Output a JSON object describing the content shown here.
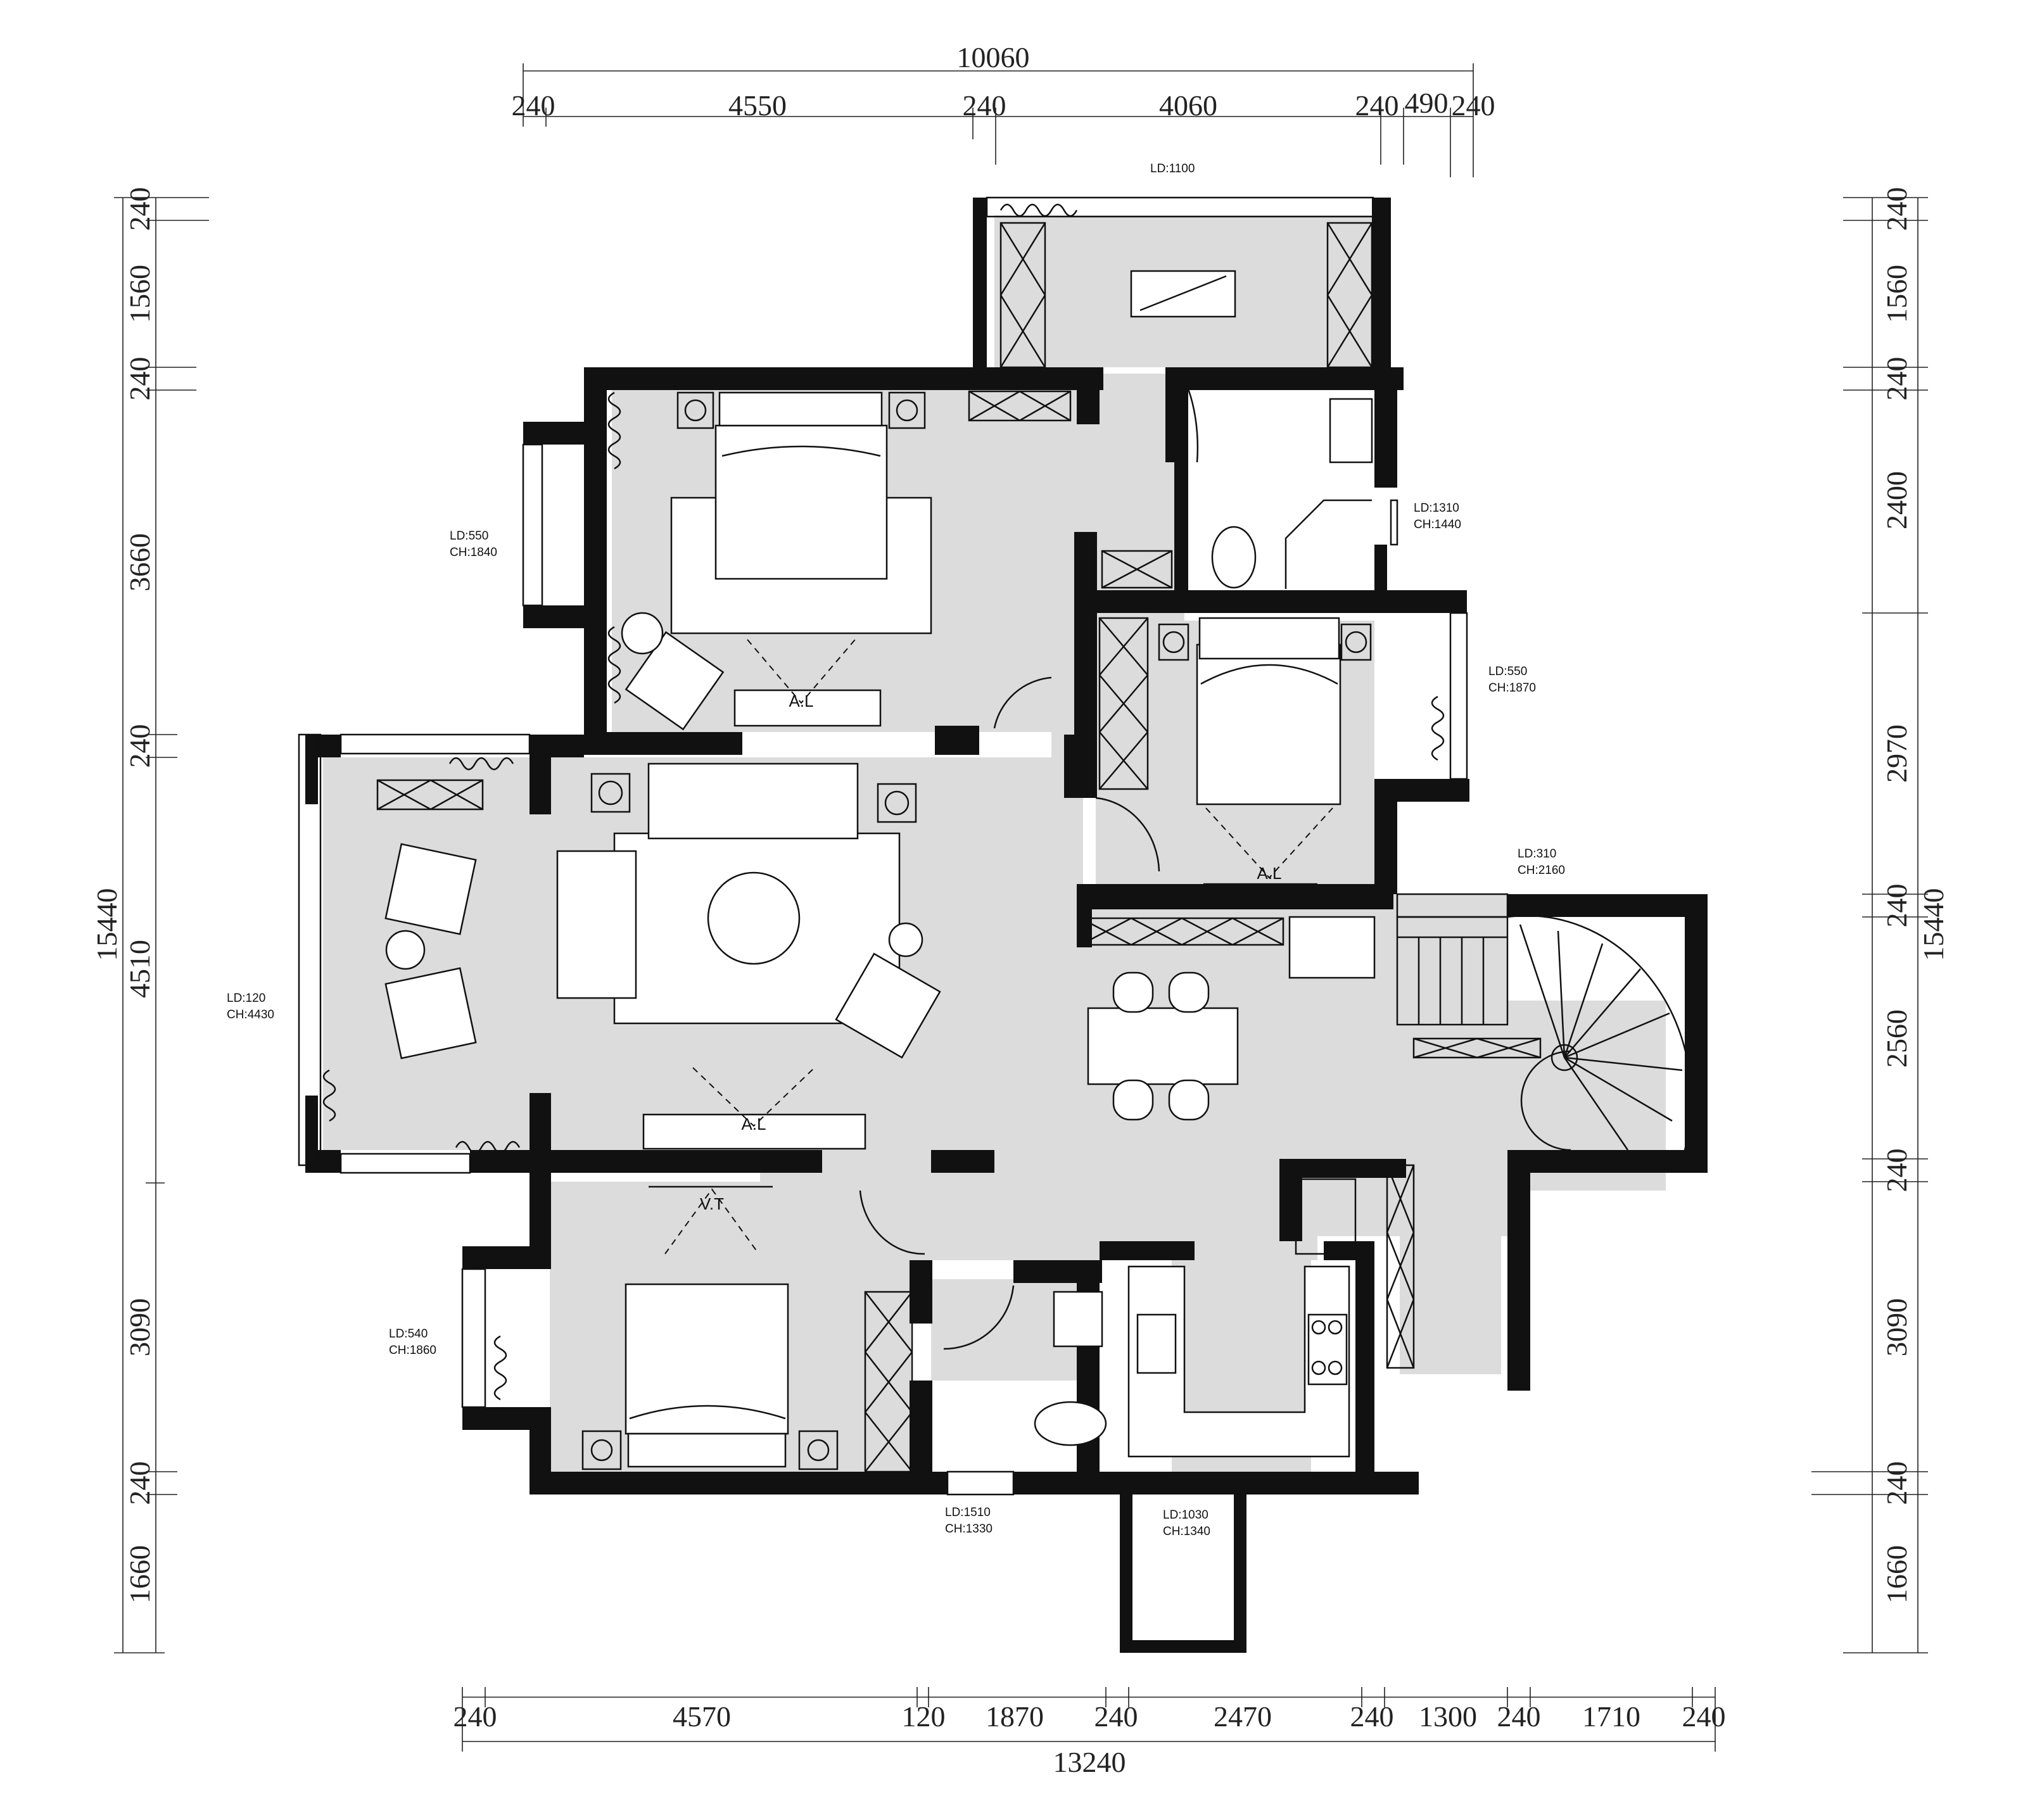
{
  "dimensions": {
    "top_total": "10060",
    "top": [
      "240",
      "4550",
      "240",
      "4060",
      "240",
      "490",
      "240"
    ],
    "bottom_total": "13240",
    "bottom": [
      "240",
      "4570",
      "120",
      "1870",
      "240",
      "2470",
      "240",
      "1300",
      "240",
      "1710",
      "240"
    ],
    "left_total": "15440",
    "left": [
      "240",
      "1560",
      "240",
      "3660",
      "240",
      "4510",
      "3090",
      "240",
      "1660"
    ],
    "right_total": "15440",
    "right": [
      "240",
      "1560",
      "240",
      "2400",
      "2970",
      "240",
      "2560",
      "240",
      "3090",
      "240",
      "1660"
    ]
  },
  "window_labels": [
    {
      "ld": "LD:1100",
      "ch": ""
    },
    {
      "ld": "LD:550",
      "ch": "CH:1840"
    },
    {
      "ld": "LD:1310",
      "ch": "CH:1440"
    },
    {
      "ld": "LD:550",
      "ch": "CH:1870"
    },
    {
      "ld": "LD:310",
      "ch": "CH:2160"
    },
    {
      "ld": "LD:120",
      "ch": "CH:4430"
    },
    {
      "ld": "LD:540",
      "ch": "CH:1860"
    },
    {
      "ld": "LD:1510",
      "ch": "CH:1330"
    },
    {
      "ld": "LD:1030",
      "ch": "CH:1340"
    }
  ],
  "tv_labels": [
    "A.L",
    "A.L",
    "A.L",
    "V.T"
  ]
}
